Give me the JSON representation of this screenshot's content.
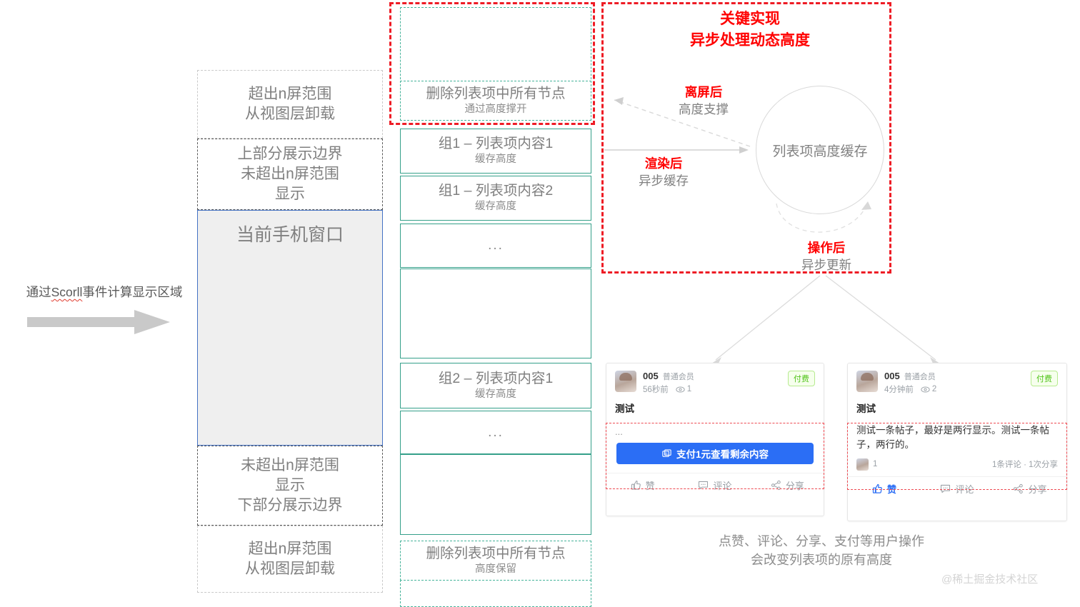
{
  "left": {
    "scroll_hint_prefix": "通过",
    "scroll_hint_misspell": "Scorll",
    "scroll_hint_suffix": "事件计算显示区域",
    "boxes": [
      {
        "line1": "超出n屏范围",
        "line2": "从视图层卸载"
      },
      {
        "line_green": "上部分展示边界",
        "line1": "未超出n屏范围",
        "line2": "显示"
      },
      {
        "line1": "当前手机窗口"
      },
      {
        "line1": "未超出n屏范围",
        "line2": "显示",
        "line_green": "下部分展示边界"
      },
      {
        "line1": "超出n屏范围",
        "line2": "从视图层卸载"
      }
    ]
  },
  "middle": {
    "items": [
      {
        "t1": "",
        "t2": ""
      },
      {
        "t1": "删除列表项中所有节点",
        "t2": "通过高度撑开"
      },
      {
        "t1": "组1 – 列表项内容1",
        "t2": "缓存高度"
      },
      {
        "t1": "组1 – 列表项内容2",
        "t2": "缓存高度"
      },
      {
        "dots": "..."
      },
      {
        "t1": "",
        "t2": ""
      },
      {
        "t1": "组2 – 列表项内容1",
        "t2": "缓存高度"
      },
      {
        "dots": "..."
      },
      {
        "t1": "",
        "t2": ""
      },
      {
        "t1": "删除列表项中所有节点",
        "t2": "高度保留"
      },
      {
        "t1": "",
        "t2": ""
      }
    ]
  },
  "right": {
    "key_title_line1": "关键实现",
    "key_title_line2": "异步处理动态高度",
    "circle_label": "列表项高度缓存",
    "labels": {
      "offscreen_red": "离屏后",
      "offscreen_gray": "高度支撑",
      "render_red": "渲染后",
      "render_gray": "异步缓存",
      "operate_red": "操作后",
      "operate_gray": "异步更新"
    },
    "bottom_caption_line1": "点赞、评论、分享、支付等用户操作",
    "bottom_caption_line2": "会改变列表项的原有高度",
    "watermark": "@稀土掘金技术社区"
  },
  "cards": [
    {
      "user": "005",
      "level": "普通会员",
      "time": "56秒前",
      "views": "1",
      "badge": "付费",
      "title": "测试",
      "ellipsis": "...",
      "pay_button": "支付1元查看剩余内容",
      "actions": [
        {
          "label": "赞",
          "icon": "thumbs-up-icon",
          "active": false
        },
        {
          "label": "评论",
          "icon": "comment-icon",
          "active": false
        },
        {
          "label": "分享",
          "icon": "share-icon",
          "active": false
        }
      ]
    },
    {
      "user": "005",
      "level": "普通会员",
      "time": "4分钟前",
      "views": "2",
      "badge": "付费",
      "title": "测试",
      "body": "测试一条帖子，最好是两行显示。测试一条帖子，两行的。",
      "meta_like_count": "1",
      "meta_right": "1条评论 · 1次分享",
      "actions": [
        {
          "label": "赞",
          "icon": "thumbs-up-icon",
          "active": true
        },
        {
          "label": "评论",
          "icon": "comment-icon",
          "active": false
        },
        {
          "label": "分享",
          "icon": "share-icon",
          "active": false
        }
      ]
    }
  ],
  "colors": {
    "red_accent": "#ee1c25",
    "teal": "#35a08a",
    "green": "#92d050",
    "blue": "#4472c4",
    "pay_blue": "#2b6ef5"
  }
}
